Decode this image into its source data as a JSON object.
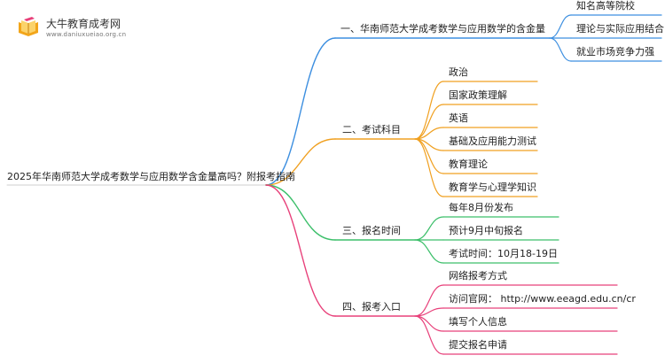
{
  "logo": {
    "name": "大牛教育成考网",
    "url": "www.daniuxueiao.org.cn"
  },
  "colors": {
    "blue": "#3d8fe0",
    "orange": "#f0a020",
    "green": "#3cbf6a",
    "pink": "#e8407a"
  },
  "root": "2025年华南师范大学成考数学与应用数学含金量高吗？附报考指南",
  "branches": [
    {
      "label": "一、华南师范大学成考数学与应用数学的含金量",
      "color": "blue",
      "children": [
        "知名高等院校",
        "理论与实际应用结合",
        "就业市场竞争力强"
      ]
    },
    {
      "label": "二、考试科目",
      "color": "orange",
      "children": [
        "政治",
        "国家政策理解",
        "英语",
        "基础及应用能力测试",
        "教育理论",
        "教育学与心理学知识"
      ]
    },
    {
      "label": "三、报名时间",
      "color": "green",
      "children": [
        "每年8月份发布",
        "预计9月中旬报名",
        "考试时间：10月18-19日"
      ]
    },
    {
      "label": "四、报考入口",
      "color": "pink",
      "children": [
        "网络报考方式",
        "访问官网： http://www.eeagd.edu.cn/cr",
        "填写个人信息",
        "提交报名申请"
      ]
    }
  ]
}
